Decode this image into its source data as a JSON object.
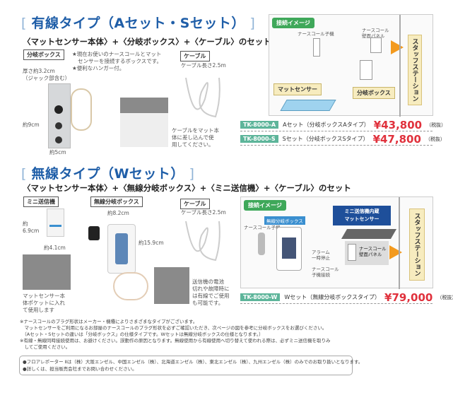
{
  "wired": {
    "title": "有線タイプ（Aセット・Sセット）",
    "subtitle": "〈マットセンサー本体〉+〈分岐ボックス〉+〈ケーブル〉のセット",
    "box_label": "分岐ボックス",
    "box_notes": [
      "★現在お使いのナースコールとマット",
      "センサーを接続するボックスです。",
      "★便利なハンガー付。"
    ],
    "box_thickness": [
      "厚さ約3.2cm",
      "（ジャック部含む）"
    ],
    "box_height": "約9cm",
    "box_width": "約5cm",
    "cable_label": "ケーブル",
    "cable_length": "ケーブル長さ2.5m",
    "mat_note": [
      "ケーブルをマット本",
      "体に差し込んで使",
      "用してください。"
    ],
    "diagram": {
      "title": "接続イメージ",
      "handset": "ナースコール子機",
      "wall_panel": [
        "ナースコール",
        "壁面パネル"
      ],
      "mat": "マットセンサー",
      "box": "分岐ボックス",
      "station": "スタッフステーション"
    },
    "products": [
      {
        "code": "TK-8000-A",
        "desc": "Aセット（分岐ボックスAタイプ）",
        "price": "¥43,800",
        "tax": "（税抜）"
      },
      {
        "code": "TK-8000-S",
        "desc": "Sセット（分岐ボックスSタイプ）",
        "price": "¥47,800",
        "tax": "（税抜）"
      }
    ]
  },
  "wireless": {
    "title": "無線タイプ（Wセット）",
    "subtitle": "〈マットセンサー本体〉+〈無線分岐ボックス〉+〈ミニ送信機〉+〈ケーブル〉のセット",
    "mini_label": "ミニ送信機",
    "mini_height": [
      "約",
      "6.9cm"
    ],
    "mini_width": "約4.1cm",
    "mini_note": [
      "マットセンサー本",
      "体ポケットに入れ",
      "て使用します"
    ],
    "box_label": "無線分岐ボックス",
    "box_width": "約8.2cm",
    "box_height": "約15.9cm",
    "battery_note": [
      "送信機の電池",
      "切れや故障時に",
      "は有線でご使用",
      "も可能です。"
    ],
    "cable_label": "ケーブル",
    "cable_length": "ケーブル長さ2.5m",
    "diagram": {
      "title": "接続イメージ",
      "handset": "ナースコール子機",
      "box": "無線分岐ボックス",
      "mat": [
        "ミニ送信機内蔵",
        "マットセンサー"
      ],
      "alarm": [
        "アラーム",
        "一時停止"
      ],
      "connect": [
        "ナースコール",
        "子機接続"
      ],
      "wall_panel": [
        "ナースコール",
        "壁面パネル"
      ],
      "station": "スタッフステーション"
    },
    "products": [
      {
        "code": "TK-8000-W",
        "desc": "Wセット（無線分岐ボックスタイプ）",
        "price": "¥79,000",
        "tax": "（税抜）"
      }
    ]
  },
  "notes": [
    "※ナースコールのプラグ形状はメーカー・機種によりさまざまなタイプがございます。",
    "　マットセンサーをご利用になるお部屋のナースコールのプラグ形状を必ずご確認いただき、次ページの図を参考に分岐ボックスをお選びください。",
    "　（Aセット・Sセットの違いは「分岐ボックス」の仕様タイプです。Wセットは無線分岐ボックスの仕様となります。）",
    "※有線・無線同時接続使用は、お避けください。誤動作の原因となります。無線使用から有線使用へ切り替えて使われる際は、必ずミニ送信機を取りみ",
    "　してご使用ください。"
  ],
  "footer": [
    "●フロアレポーター Ⅱは（株）大阪エンゼル、中国エンゼル（株）、北海道エンゼル（株）、東北エンゼル（株）、九州エンゼル（株）のみでのお取り扱いとなります。",
    "●詳しくは、担当販売会社までお問い合わせください。"
  ],
  "colors": {
    "title": "#1f5ea8",
    "price": "#e0313c",
    "code": "#5db59a",
    "diagram_title": "#3fa85a",
    "arrow": "#f39a1e"
  }
}
